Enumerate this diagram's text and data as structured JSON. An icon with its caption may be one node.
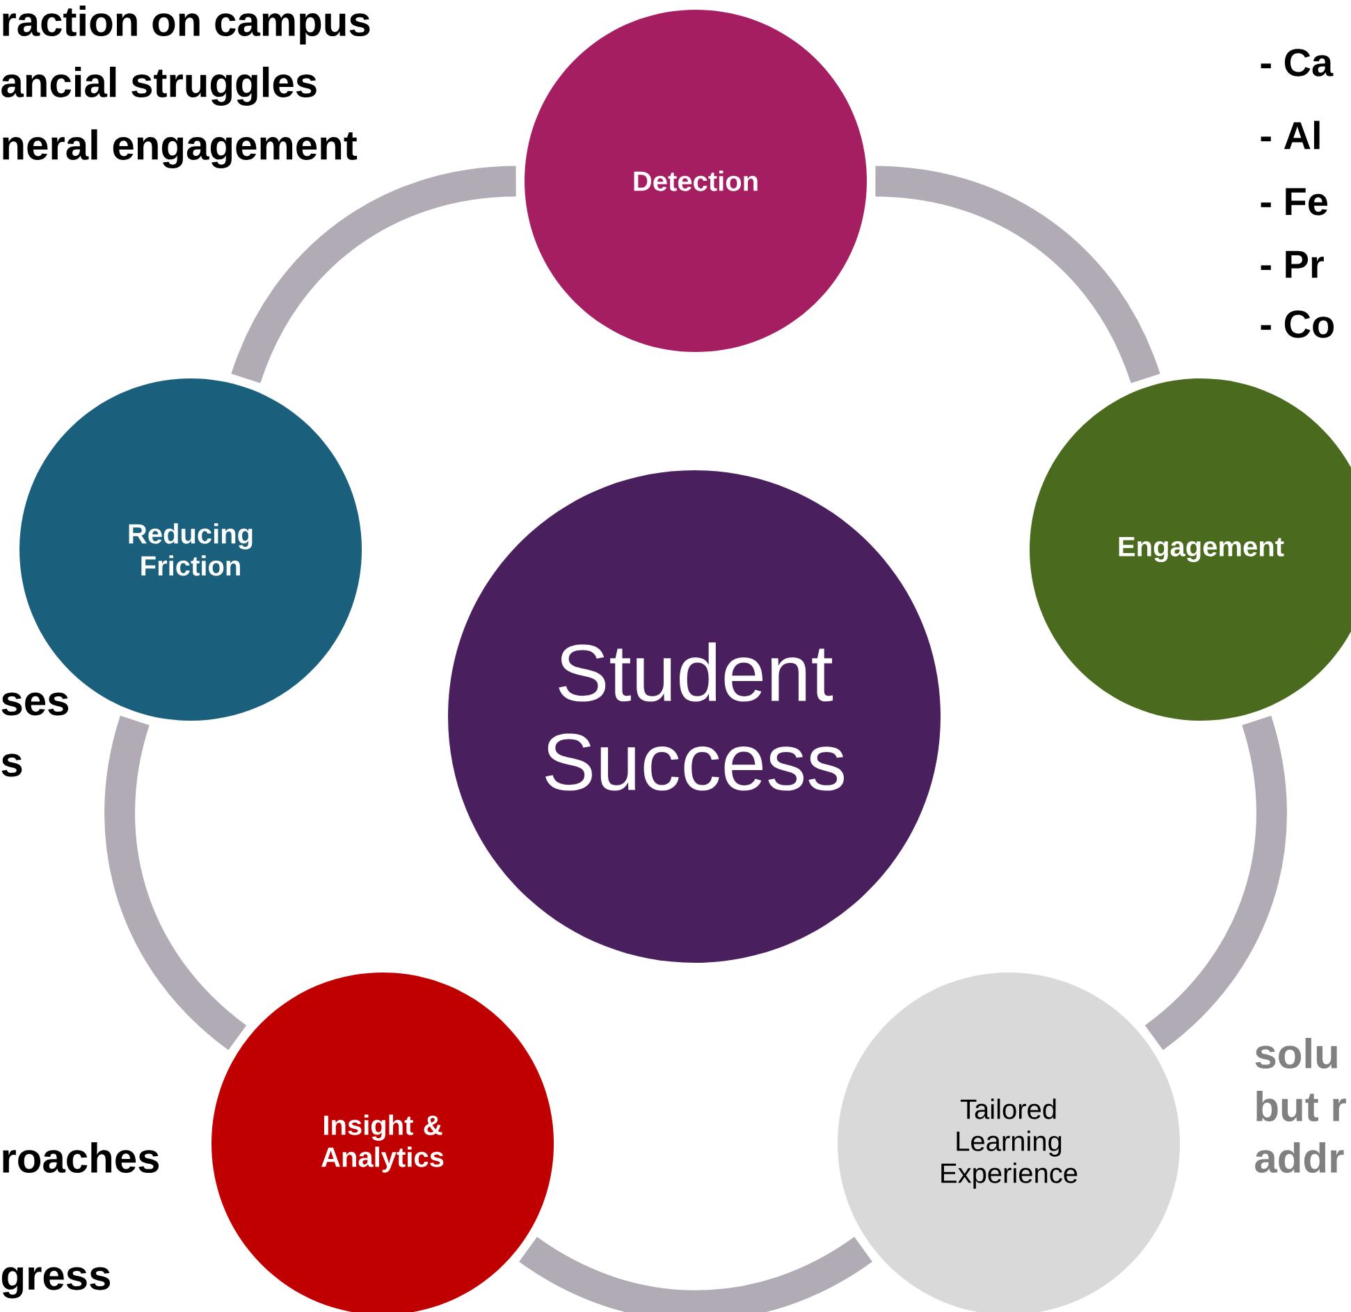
{
  "diagram": {
    "nodes": [
      {
        "text": [
          "Student Success"
        ]
      },
      {
        "text": [
          "Detection"
        ]
      },
      {
        "text": [
          "Engagement"
        ]
      },
      {
        "text": [
          "Tailored Learning Experience"
        ]
      },
      {
        "text": [
          "Insight & Analytics"
        ]
      },
      {
        "text": [
          "Reducing Friction"
        ]
      }
    ],
    "edges": [
      {
        "from": 1,
        "to": 2,
        "arrow": "none"
      },
      {
        "from": 2,
        "to": 3,
        "arrow": "none"
      },
      {
        "from": 3,
        "to": 4,
        "arrow": "none"
      },
      {
        "from": 4,
        "to": 5,
        "arrow": "none"
      },
      {
        "from": 5,
        "to": 1,
        "arrow": "none"
      }
    ],
    "labels": [
      "raction on campus",
      "ancial struggles",
      "neral engagement",
      "- Ca",
      "- Al",
      "- Fe",
      "- Pr",
      "- Co",
      "ses",
      "s",
      "solu",
      "but r",
      "addr",
      "roaches",
      "gress"
    ]
  }
}
